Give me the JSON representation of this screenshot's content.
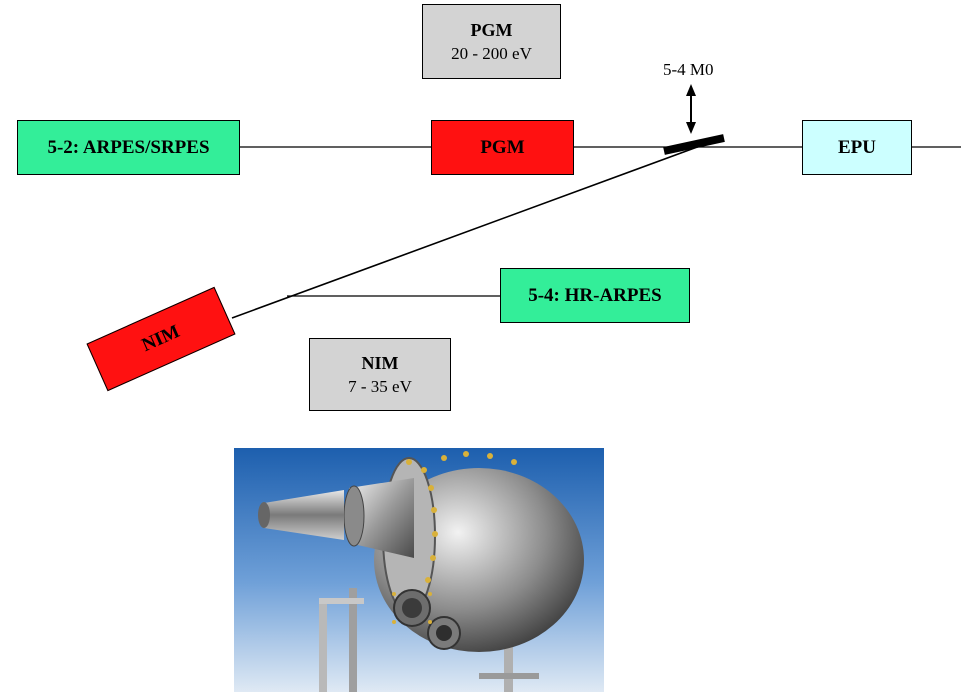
{
  "components": {
    "arpes_srpes": {
      "label": "5-2: ARPES/SRPES",
      "color": "#33ee99"
    },
    "pgm": {
      "label": "PGM",
      "color": "#ff1111"
    },
    "epu": {
      "label": "EPU",
      "color": "#ccffff"
    },
    "hr_arpes": {
      "label": "5-4: HR-ARPES",
      "color": "#33ee99"
    },
    "nim": {
      "label": "NIM",
      "color": "#ff1111"
    }
  },
  "info_boxes": {
    "pgm": {
      "title": "PGM",
      "range": "20 - 200 eV",
      "color": "#d3d3d3"
    },
    "nim": {
      "title": "NIM",
      "range": "7 - 35 eV",
      "color": "#d3d3d3"
    }
  },
  "mirror": {
    "label": "5-4 M0"
  },
  "photo": {
    "description_icon": "spectrometer-chamber-photo"
  }
}
